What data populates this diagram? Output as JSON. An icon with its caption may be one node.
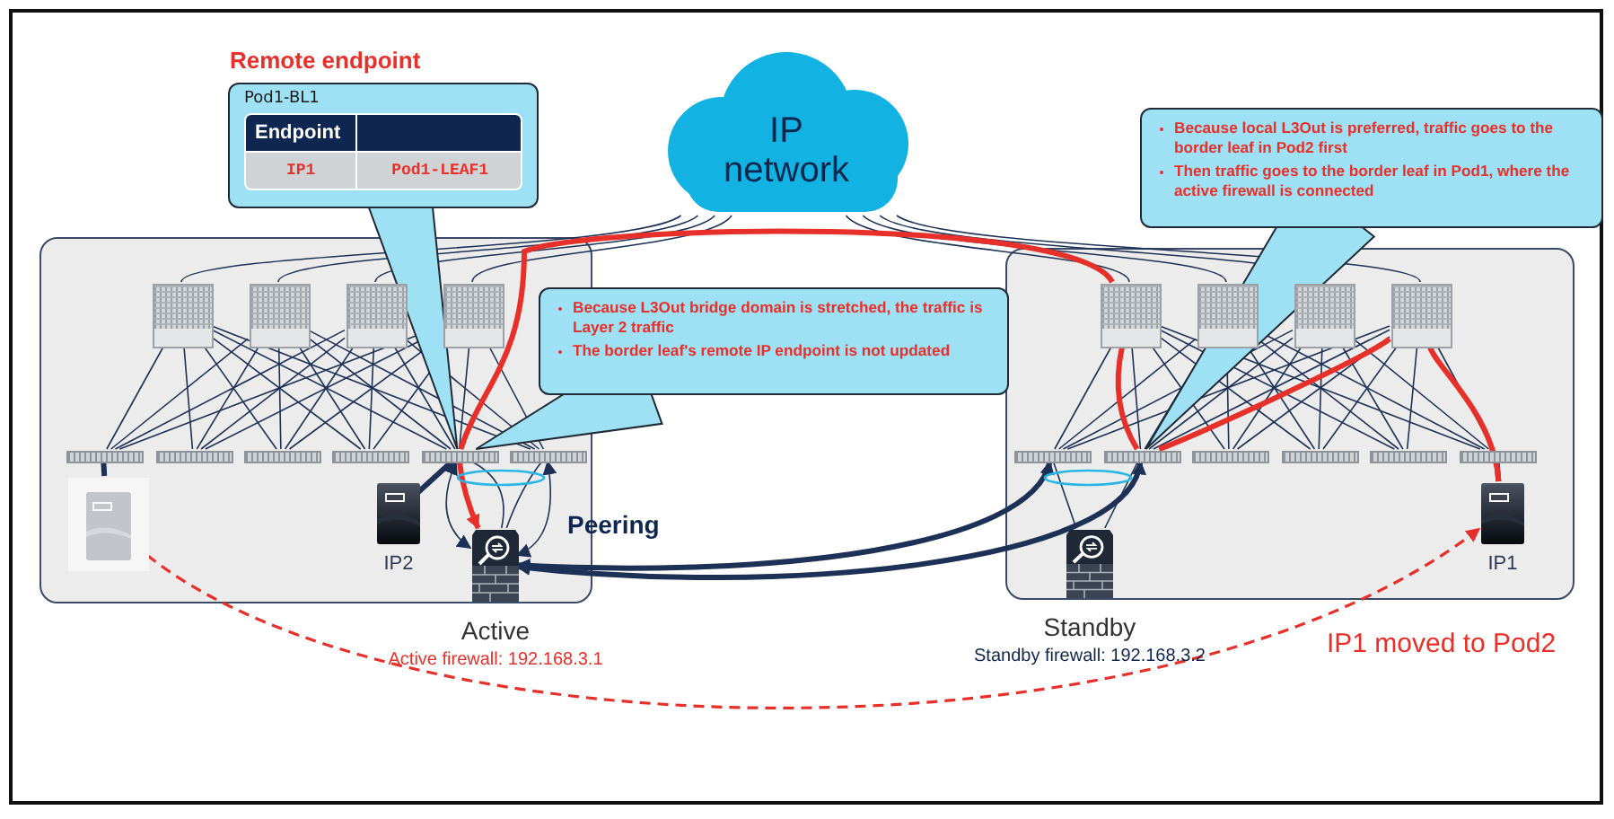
{
  "diagram": {
    "nodes": [
      {
        "text": [
          "IP network"
        ]
      },
      {
        "text": [
          "Remote endpoint",
          "Pod1-BL1",
          "Endpoint",
          "IP1",
          "Pod1-LEAF1"
        ]
      },
      {
        "text": [
          "Because L3Out bridge domain is stretched, the traffic is Layer 2 traffic",
          "The border leaf's remote IP endpoint is not updated"
        ]
      },
      {
        "text": [
          "Because local L3Out is preferred, traffic goes to the border leaf in Pod2 first",
          "Then traffic goes to the border leaf in Pod1, where the active firewall is connected"
        ]
      },
      {
        "text": [],
        "shape": "box"
      },
      {
        "text": [],
        "shape": "picture",
        "in": 4
      },
      {
        "text": [],
        "shape": "picture",
        "in": 4
      },
      {
        "text": [],
        "shape": "picture",
        "in": 4
      },
      {
        "text": [],
        "shape": "picture",
        "in": 4
      },
      {
        "text": [],
        "shape": "bar",
        "in": 4
      },
      {
        "text": [],
        "shape": "bar",
        "in": 4
      },
      {
        "text": [],
        "shape": "bar",
        "in": 4
      },
      {
        "text": [],
        "shape": "bar",
        "in": 4
      },
      {
        "text": [],
        "shape": "bar",
        "in": 4
      },
      {
        "text": [],
        "shape": "bar",
        "in": 4
      },
      {
        "text": [],
        "shape": "picture",
        "in": 4
      },
      {
        "text": [
          "IP2"
        ],
        "in": 4
      },
      {
        "text": [],
        "shape": "picture",
        "in": 4,
        "beside": [
          "Active",
          "Active firewall: 192.168.3.1"
        ]
      },
      {
        "text": [],
        "shape": "box"
      },
      {
        "text": [],
        "shape": "picture",
        "in": 18
      },
      {
        "text": [],
        "shape": "picture",
        "in": 18
      },
      {
        "text": [],
        "shape": "picture",
        "in": 18
      },
      {
        "text": [],
        "shape": "picture",
        "in": 18
      },
      {
        "text": [],
        "shape": "bar",
        "in": 18
      },
      {
        "text": [],
        "shape": "bar",
        "in": 18
      },
      {
        "text": [],
        "shape": "bar",
        "in": 18
      },
      {
        "text": [],
        "shape": "bar",
        "in": 18
      },
      {
        "text": [],
        "shape": "bar",
        "in": 18
      },
      {
        "text": [],
        "shape": "bar",
        "in": 18
      },
      {
        "text": [],
        "shape": "picture",
        "in": 18,
        "beside": [
          "Standby",
          "Standby firewall: 192.168.3.2"
        ]
      },
      {
        "text": [
          "IP1"
        ],
        "in": 18
      }
    ],
    "edges": [
      {
        "from": 0,
        "to": 5,
        "arrow": "none"
      },
      {
        "from": 0,
        "to": 6,
        "arrow": "none"
      },
      {
        "from": 0,
        "to": 7,
        "arrow": "none"
      },
      {
        "from": 0,
        "to": 8,
        "arrow": "none"
      },
      {
        "from": 0,
        "to": 19,
        "arrow": "none"
      },
      {
        "from": 0,
        "to": 20,
        "arrow": "none"
      },
      {
        "from": 0,
        "to": 21,
        "arrow": "none"
      },
      {
        "from": 0,
        "to": 22,
        "arrow": "none"
      },
      {
        "from": 5,
        "to": 9,
        "arrow": "none"
      },
      {
        "from": 5,
        "to": 10,
        "arrow": "none"
      },
      {
        "from": 5,
        "to": 11,
        "arrow": "none"
      },
      {
        "from": 5,
        "to": 12,
        "arrow": "none"
      },
      {
        "from": 5,
        "to": 13,
        "arrow": "none"
      },
      {
        "from": 5,
        "to": 14,
        "arrow": "none"
      },
      {
        "from": 6,
        "to": 9,
        "arrow": "none"
      },
      {
        "from": 6,
        "to": 10,
        "arrow": "none"
      },
      {
        "from": 6,
        "to": 11,
        "arrow": "none"
      },
      {
        "from": 6,
        "to": 12,
        "arrow": "none"
      },
      {
        "from": 6,
        "to": 13,
        "arrow": "none"
      },
      {
        "from": 6,
        "to": 14,
        "arrow": "none"
      },
      {
        "from": 7,
        "to": 9,
        "arrow": "none"
      },
      {
        "from": 7,
        "to": 10,
        "arrow": "none"
      },
      {
        "from": 7,
        "to": 11,
        "arrow": "none"
      },
      {
        "from": 7,
        "to": 12,
        "arrow": "none"
      },
      {
        "from": 7,
        "to": 13,
        "arrow": "none"
      },
      {
        "from": 7,
        "to": 14,
        "arrow": "none"
      },
      {
        "from": 8,
        "to": 9,
        "arrow": "none"
      },
      {
        "from": 8,
        "to": 10,
        "arrow": "none"
      },
      {
        "from": 8,
        "to": 11,
        "arrow": "none"
      },
      {
        "from": 8,
        "to": 12,
        "arrow": "none"
      },
      {
        "from": 8,
        "to": 13,
        "arrow": "none"
      },
      {
        "from": 8,
        "to": 14,
        "arrow": "none"
      },
      {
        "from": 19,
        "to": 23,
        "arrow": "none"
      },
      {
        "from": 19,
        "to": 24,
        "arrow": "none"
      },
      {
        "from": 19,
        "to": 25,
        "arrow": "none"
      },
      {
        "from": 19,
        "to": 26,
        "arrow": "none"
      },
      {
        "from": 19,
        "to": 27,
        "arrow": "none"
      },
      {
        "from": 19,
        "to": 28,
        "arrow": "none"
      },
      {
        "from": 20,
        "to": 23,
        "arrow": "none"
      },
      {
        "from": 20,
        "to": 24,
        "arrow": "none"
      },
      {
        "from": 20,
        "to": 25,
        "arrow": "none"
      },
      {
        "from": 20,
        "to": 26,
        "arrow": "none"
      },
      {
        "from": 20,
        "to": 27,
        "arrow": "none"
      },
      {
        "from": 20,
        "to": 28,
        "arrow": "none"
      },
      {
        "from": 21,
        "to": 23,
        "arrow": "none"
      },
      {
        "from": 21,
        "to": 24,
        "arrow": "none"
      },
      {
        "from": 21,
        "to": 25,
        "arrow": "none"
      },
      {
        "from": 21,
        "to": 26,
        "arrow": "none"
      },
      {
        "from": 21,
        "to": 27,
        "arrow": "none"
      },
      {
        "from": 21,
        "to": 28,
        "arrow": "none"
      },
      {
        "from": 22,
        "to": 23,
        "arrow": "none"
      },
      {
        "from": 22,
        "to": 24,
        "arrow": "none"
      },
      {
        "from": 22,
        "to": 25,
        "arrow": "none"
      },
      {
        "from": 22,
        "to": 26,
        "arrow": "none"
      },
      {
        "from": 22,
        "to": 27,
        "arrow": "none"
      },
      {
        "from": 22,
        "to": 28,
        "arrow": "none"
      },
      {
        "from": 15,
        "to": 9,
        "arrow": "none",
        "style": "thick"
      },
      {
        "from": 16,
        "to": 13,
        "arrow": "none",
        "style": "thick"
      },
      {
        "from": 17,
        "to": 13,
        "arrow": "both"
      },
      {
        "from": 17,
        "to": 14,
        "arrow": "both"
      },
      {
        "from": 17,
        "to": 13,
        "arrow": "none"
      },
      {
        "from": 17,
        "to": 14,
        "arrow": "none"
      },
      {
        "from": 29,
        "to": 23,
        "arrow": "none"
      },
      {
        "from": 29,
        "to": 24,
        "arrow": "none"
      },
      {
        "from": 30,
        "to": 28,
        "arrow": "none",
        "style": "thick"
      },
      {
        "from": 17,
        "to": 23,
        "arrow": "both",
        "style": "thick"
      },
      {
        "from": 17,
        "to": 24,
        "arrow": "both",
        "style": "thick"
      },
      {
        "from": 30,
        "to": 22,
        "arrow": "none",
        "style": "thick",
        "color": "#e8302a"
      },
      {
        "from": 22,
        "to": 24,
        "arrow": "none",
        "style": "thick",
        "color": "#e8302a"
      },
      {
        "from": 24,
        "to": 19,
        "arrow": "none",
        "style": "thick",
        "color": "#e8302a"
      },
      {
        "from": 19,
        "to": 13,
        "arrow": "none",
        "style": "thick",
        "color": "#e8302a"
      },
      {
        "from": 13,
        "to": 17,
        "arrow": "to",
        "style": "thick",
        "color": "#e8302a"
      },
      {
        "from": 15,
        "to": 30,
        "arrow": "to",
        "style": "dashed",
        "color": "#e8302a",
        "label": "IP1 moved to Pod2"
      },
      {
        "from": 1,
        "to": 13,
        "arrow": "none",
        "color": "#9ee1f5"
      },
      {
        "from": 2,
        "to": 13,
        "arrow": "none",
        "color": "#9ee1f5"
      },
      {
        "from": 3,
        "to": 24,
        "arrow": "none",
        "color": "#9ee1f5"
      }
    ],
    "labels": [
      "Peering"
    ]
  }
}
